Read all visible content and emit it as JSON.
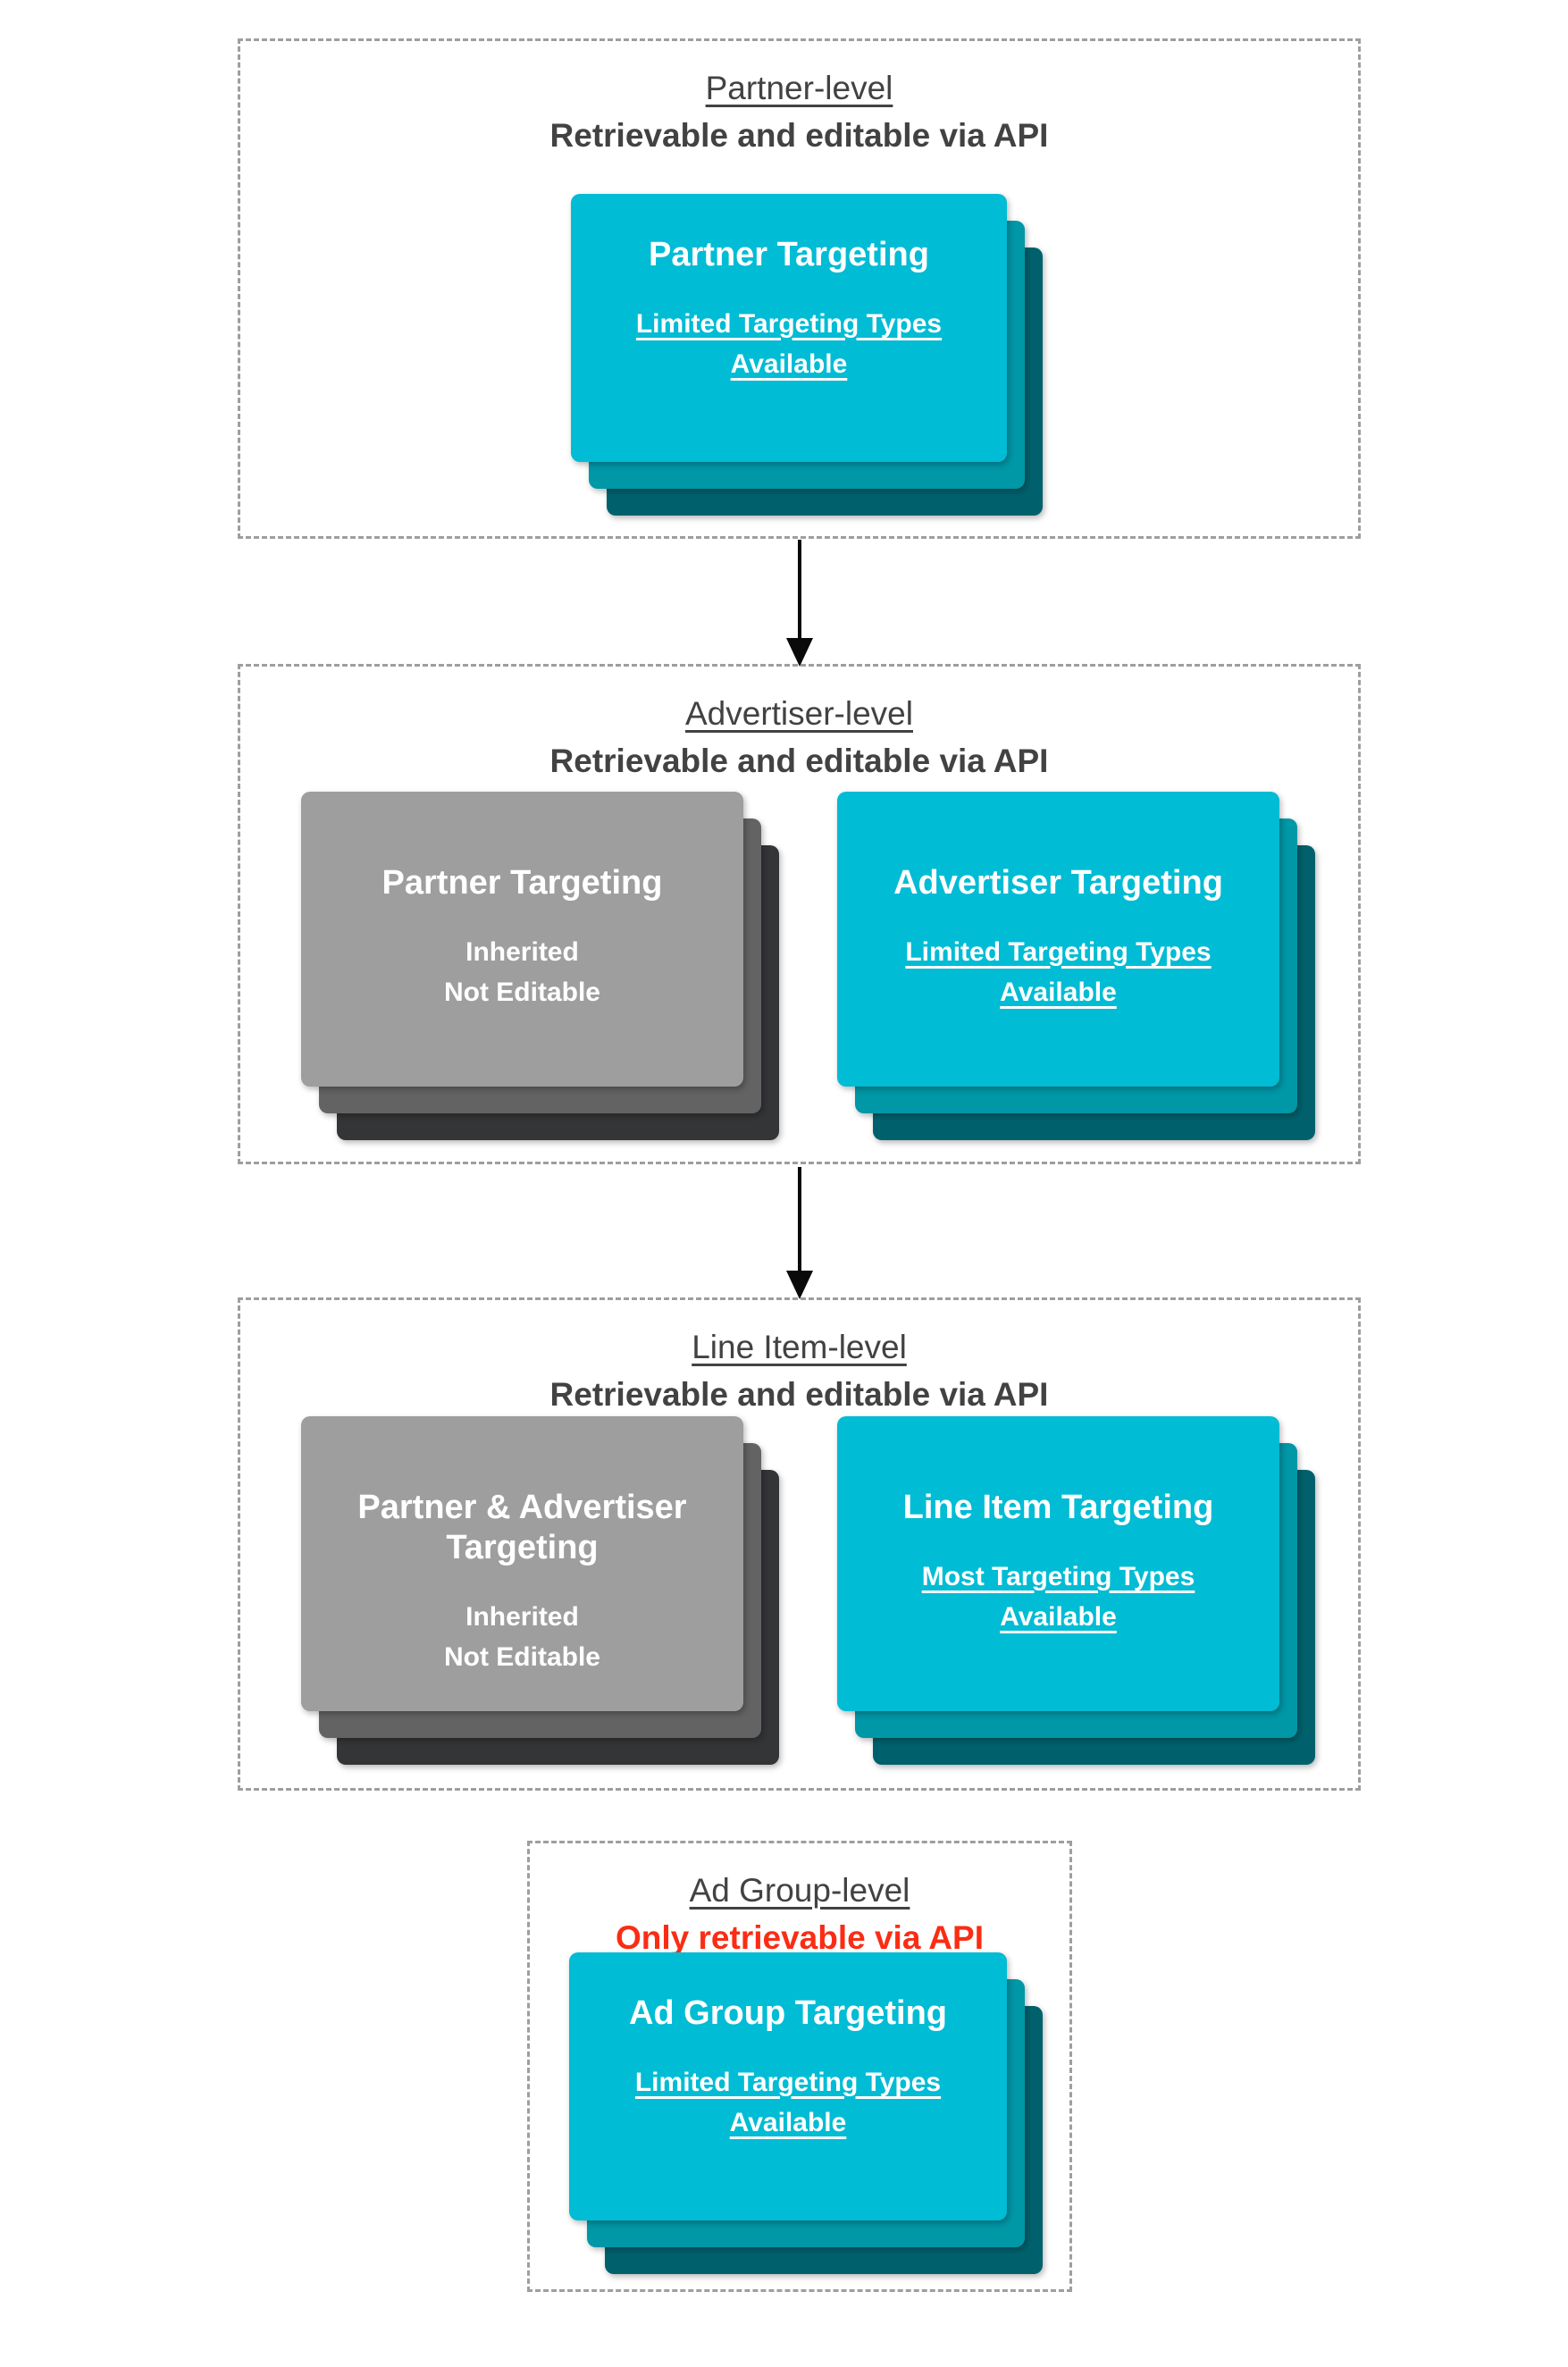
{
  "diagram": {
    "sections": [
      {
        "id": "partner-level",
        "title": "Partner-level",
        "subtitle": "Retrievable and editable via API",
        "cards": [
          {
            "variant": "cyan",
            "title": "Partner Targeting",
            "subtitle_lines": [
              "Limited Targeting Types",
              "Available"
            ],
            "subtitle_underlined": true
          }
        ]
      },
      {
        "id": "advertiser-level",
        "title": "Advertiser-level",
        "subtitle": "Retrievable and editable via API",
        "cards": [
          {
            "variant": "gray",
            "title": "Partner Targeting",
            "subtitle_lines": [
              "Inherited",
              "Not Editable"
            ],
            "subtitle_underlined": false
          },
          {
            "variant": "cyan",
            "title": "Advertiser Targeting",
            "subtitle_lines": [
              "Limited Targeting Types",
              "Available"
            ],
            "subtitle_underlined": true
          }
        ]
      },
      {
        "id": "line-item-level",
        "title": "Line Item-level",
        "subtitle": "Retrievable and editable via API",
        "cards": [
          {
            "variant": "gray",
            "title": "Partner & Advertiser Targeting",
            "subtitle_lines": [
              "Inherited",
              "Not Editable"
            ],
            "subtitle_underlined": false
          },
          {
            "variant": "cyan",
            "title": "Line Item Targeting",
            "subtitle_lines": [
              "Most Targeting Types",
              "Available"
            ],
            "subtitle_underlined": true
          }
        ]
      },
      {
        "id": "ad-group-level",
        "title": "Ad Group-level",
        "subtitle": "Only retrievable via API",
        "subtitle_is_alert": true,
        "cards": [
          {
            "variant": "cyan",
            "title": "Ad Group Targeting",
            "subtitle_lines": [
              "Limited Targeting Types",
              "Available"
            ],
            "subtitle_underlined": true
          }
        ]
      }
    ],
    "connections": [
      {
        "from": "Partner-level",
        "to": "Advertiser-level"
      },
      {
        "from": "Advertiser-level",
        "to": "Line Item-level"
      }
    ]
  },
  "colors": {
    "cyan_card": "#00BCD4",
    "cyan_layer_mid": "#0097A7",
    "cyan_layer_dark": "#00616C",
    "gray_card": "#9E9E9E",
    "gray_layer_mid": "#636363",
    "gray_layer_dark": "#333537",
    "header_text": "#424242",
    "alert_text": "#FA2D14",
    "card_text": "#FFFFFF",
    "dashed_border": "#9E9E9E",
    "arrow": "#0A0A0A",
    "background": "#FFFFFF"
  }
}
